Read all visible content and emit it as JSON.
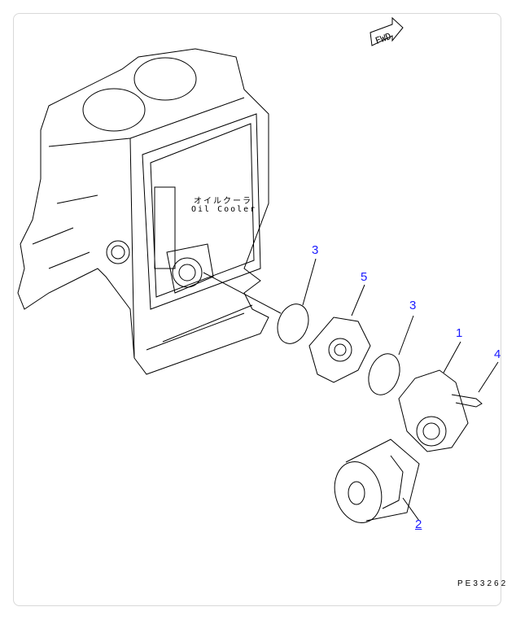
{
  "diagram": {
    "fwd_label": "FWD",
    "labels": {
      "jp": "オイルクーラ",
      "en": "Oil Cooler"
    },
    "callouts": [
      {
        "id": "1",
        "text": "1"
      },
      {
        "id": "2",
        "text": "2"
      },
      {
        "id": "3a",
        "text": "3"
      },
      {
        "id": "3b",
        "text": "3"
      },
      {
        "id": "4",
        "text": "4"
      },
      {
        "id": "5",
        "text": "5"
      }
    ],
    "drawing_code": "PE33262",
    "callout_color": "#1a1aff"
  }
}
